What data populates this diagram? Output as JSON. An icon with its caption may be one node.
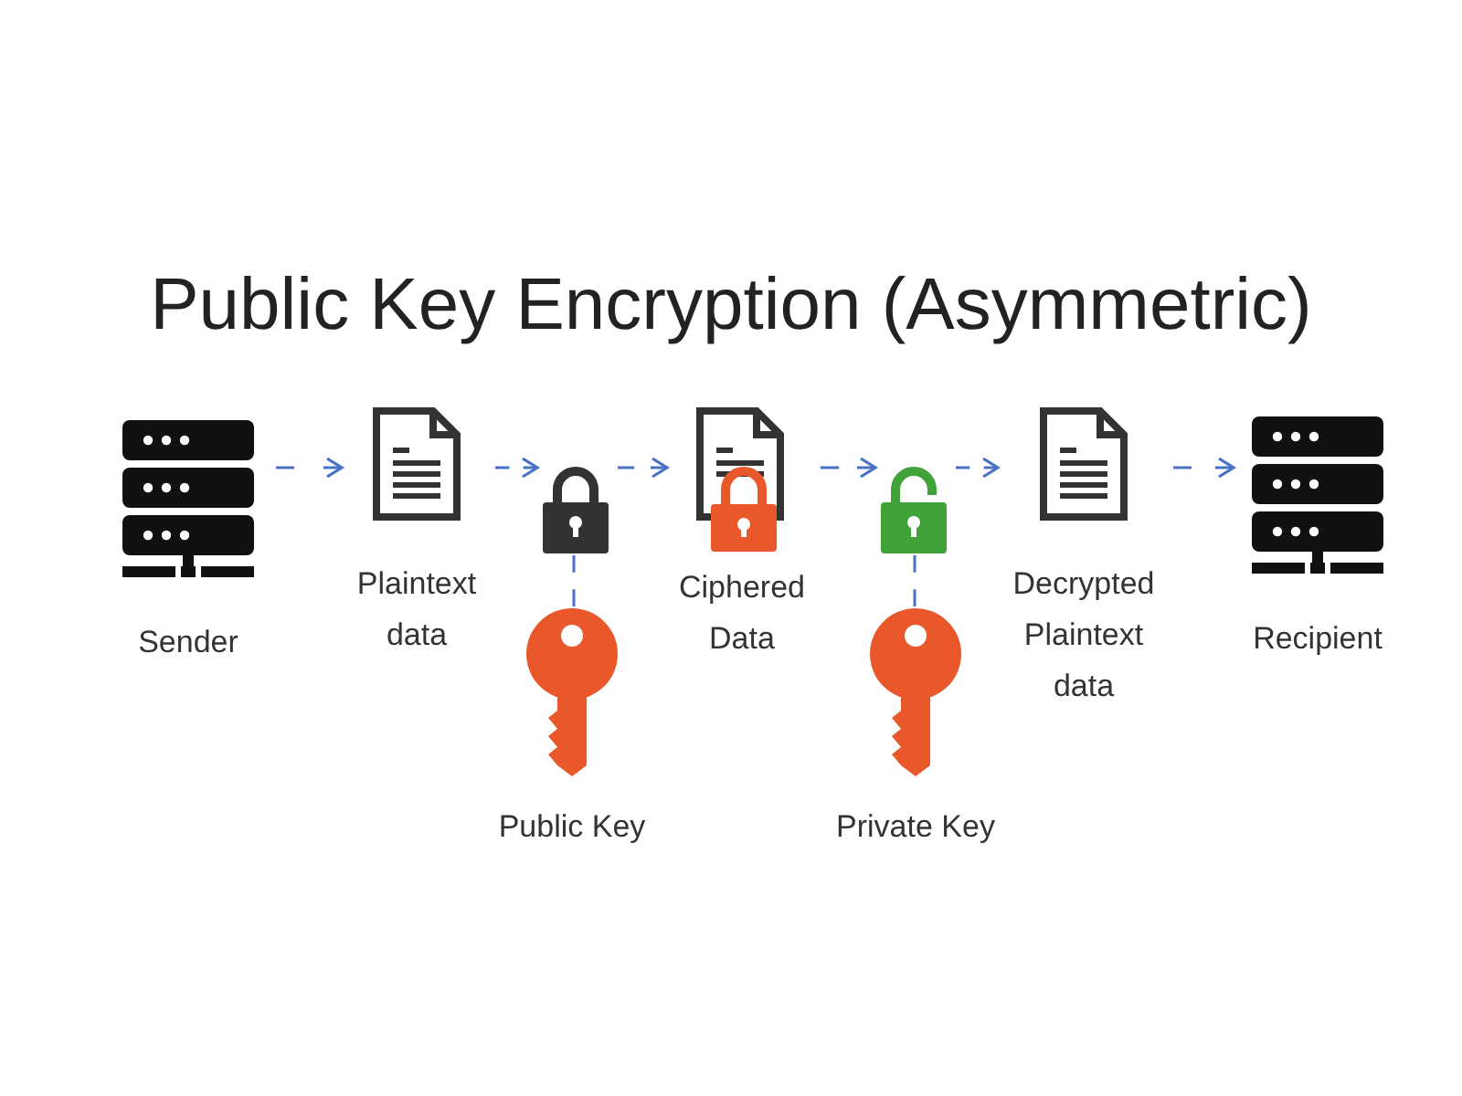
{
  "diagram": {
    "title": "Public Key Encryption (Asymmetric)",
    "nodes": [
      {
        "text": [
          "Sender"
        ]
      },
      {
        "text": [
          "Plaintext data"
        ]
      },
      {
        "text": [],
        "shape": "lock"
      },
      {
        "text": [
          "Public Key"
        ]
      },
      {
        "text": [
          "Ciphered Data"
        ]
      },
      {
        "text": [],
        "shape": "lock"
      },
      {
        "text": [
          "Private Key"
        ]
      },
      {
        "text": [
          "Decrypted Plaintext data"
        ]
      },
      {
        "text": [
          "Recipient"
        ]
      }
    ],
    "edges": [
      {
        "from": 0,
        "to": 1,
        "arrow": "to",
        "style": "dashed"
      },
      {
        "from": 1,
        "to": 2,
        "arrow": "to",
        "style": "dashed"
      },
      {
        "from": 2,
        "to": 4,
        "arrow": "to",
        "style": "dashed"
      },
      {
        "from": 4,
        "to": 5,
        "arrow": "to",
        "style": "dashed"
      },
      {
        "from": 5,
        "to": 7,
        "arrow": "to",
        "style": "dashed"
      },
      {
        "from": 7,
        "to": 8,
        "arrow": "to",
        "style": "dashed"
      },
      {
        "from": 2,
        "to": 3,
        "arrow": "none",
        "style": "dashed"
      },
      {
        "from": 5,
        "to": 6,
        "arrow": "none",
        "style": "dashed"
      }
    ]
  }
}
